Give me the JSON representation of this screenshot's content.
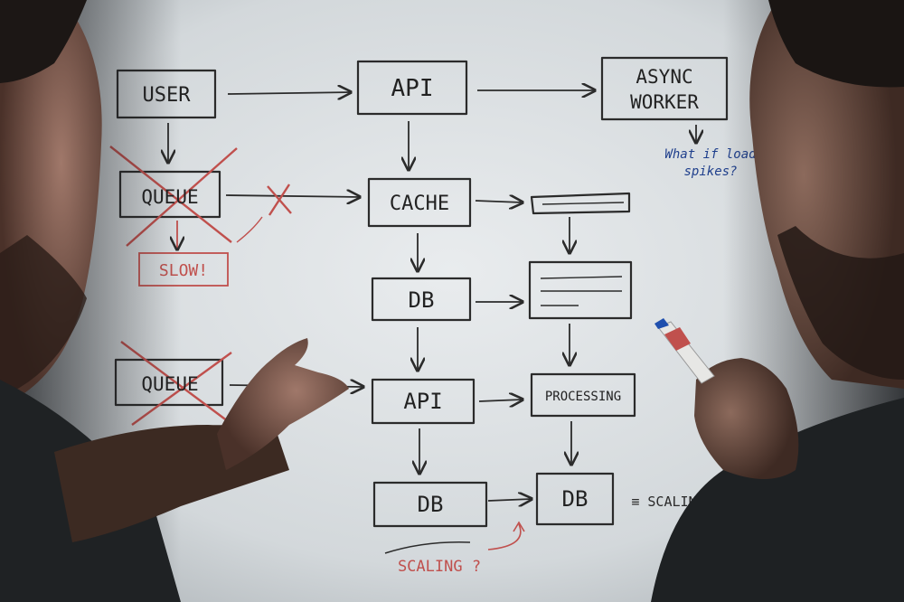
{
  "whiteboard": {
    "boxes": {
      "user": "USER",
      "api_top": "API",
      "async_worker_line1": "ASYNC",
      "async_worker_line2": "WORKER",
      "queue_top": "QUEUE",
      "cache": "CACHE",
      "db_mid": "DB",
      "queue_bottom": "QUEUE",
      "api_bottom": "API",
      "processing": "PROCESSING",
      "db_bottom_left": "DB",
      "db_bottom_right": "DB"
    },
    "notes": {
      "slow": "SLOW!",
      "load_line1": "What if load",
      "load_line2": "spikes?",
      "scaling_bottom": "SCALING ?",
      "scaling_right": "≡ SCALING ?"
    },
    "colors": {
      "board": "#dfe3e6",
      "marker": "#2b2b2b",
      "red_marker": "#c0504d",
      "blue_marker": "#1f3f8c"
    }
  }
}
